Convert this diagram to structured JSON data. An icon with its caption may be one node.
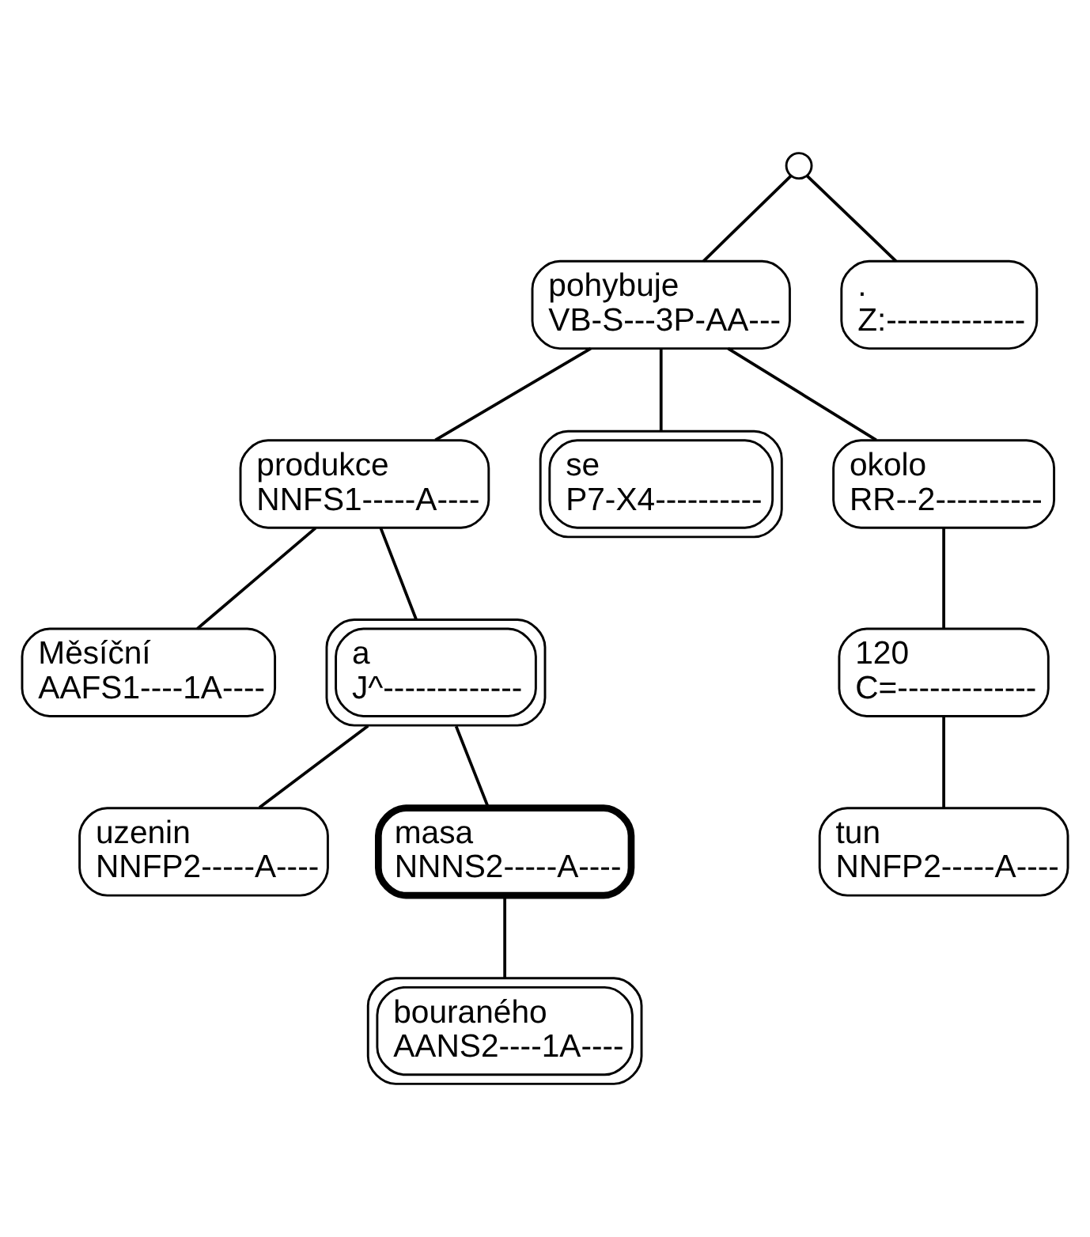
{
  "diagram": {
    "nodes": [
      {
        "text": [],
        "shape": "circle"
      },
      {
        "text": [
          "pohybuje",
          "VB-S---3P-AA---"
        ]
      },
      {
        "text": [
          ".",
          "Z:-------------"
        ]
      },
      {
        "text": [
          "produkce",
          "NNFS1-----A----"
        ]
      },
      {
        "text": [
          "se",
          "P7-X4----------"
        ]
      },
      {
        "text": [
          "okolo",
          "RR--2----------"
        ]
      },
      {
        "text": [
          "Měsíční",
          "AAFS1----1A----"
        ]
      },
      {
        "text": [
          "a",
          "J^-------------"
        ]
      },
      {
        "text": [
          "120",
          "C=-------------"
        ]
      },
      {
        "text": [
          "uzenin",
          "NNFP2-----A----"
        ]
      },
      {
        "text": [
          "masa",
          "NNNS2-----A----"
        ]
      },
      {
        "text": [
          "tun",
          "NNFP2-----A----"
        ]
      },
      {
        "text": [
          "bouraného",
          "AANS2----1A----"
        ]
      }
    ],
    "edges": [
      {
        "from": 0,
        "to": 1,
        "arrow": "none"
      },
      {
        "from": 0,
        "to": 2,
        "arrow": "none"
      },
      {
        "from": 1,
        "to": 3,
        "arrow": "none"
      },
      {
        "from": 1,
        "to": 4,
        "arrow": "none"
      },
      {
        "from": 1,
        "to": 5,
        "arrow": "none"
      },
      {
        "from": 3,
        "to": 6,
        "arrow": "none"
      },
      {
        "from": 3,
        "to": 7,
        "arrow": "none"
      },
      {
        "from": 5,
        "to": 8,
        "arrow": "none"
      },
      {
        "from": 7,
        "to": 9,
        "arrow": "none"
      },
      {
        "from": 7,
        "to": 10,
        "arrow": "none"
      },
      {
        "from": 8,
        "to": 11,
        "arrow": "none"
      },
      {
        "from": 10,
        "to": 12,
        "arrow": "none"
      }
    ]
  }
}
